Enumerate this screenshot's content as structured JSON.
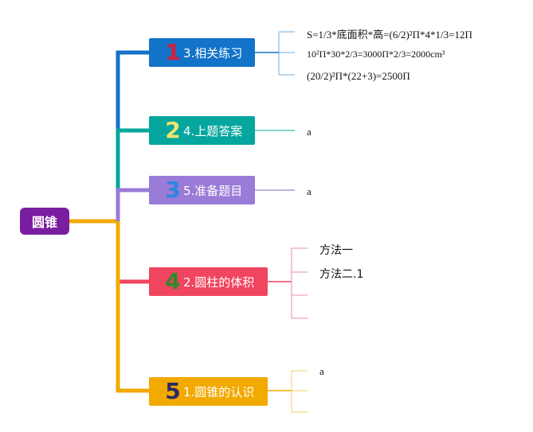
{
  "root": {
    "label": "圆锥"
  },
  "topics": [
    {
      "number": "1",
      "label": "3.相关练习",
      "color": "#1273c9",
      "number_color": "#d81e3a",
      "leaves": [
        "S=1/3*底面积*高=(6/2)²Π*4*1/3=12Π",
        "10²Π*30*2/3=3000Π*2/3=2000cm³",
        "(20/2)²Π*(22+3)=2500Π"
      ]
    },
    {
      "number": "2",
      "label": "4.上题答案",
      "color": "#05a69e",
      "number_color": "#f3e36b",
      "leaves": [
        "a"
      ]
    },
    {
      "number": "3",
      "label": "5.准备题目",
      "color": "#9a7bd7",
      "number_color": "#2d86e0",
      "leaves": [
        "a"
      ]
    },
    {
      "number": "4",
      "label": "2.圆柱的体积",
      "color": "#f0455e",
      "number_color": "#2f8a2a",
      "leaves": [
        "方法一",
        "方法二.1",
        "",
        ""
      ]
    },
    {
      "number": "5",
      "label": "1.圆锥的认识",
      "color": "#f2a900",
      "number_color": "#2b2a6b",
      "leaves": [
        "a",
        "",
        ""
      ]
    }
  ]
}
